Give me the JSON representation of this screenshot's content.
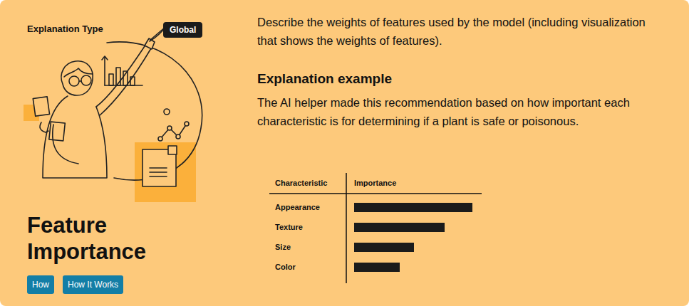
{
  "diagram": {
    "title": "Feature Importance",
    "nodes": [
      {
        "text": [
          "Global"
        ]
      },
      {
        "text": [
          "How"
        ]
      },
      {
        "text": [
          "How It Works"
        ]
      }
    ],
    "labels": [
      "Explanation Type",
      "Describe the weights of features used by the model (including visualization that shows the weights of features).",
      "Explanation example",
      "The AI helper made this recommendation based on how important each characteristic is for determining if a plant is safe or poisonous.",
      "Characteristic",
      "Importance",
      "Appearance",
      "Texture",
      "Size",
      "Color"
    ]
  }
}
